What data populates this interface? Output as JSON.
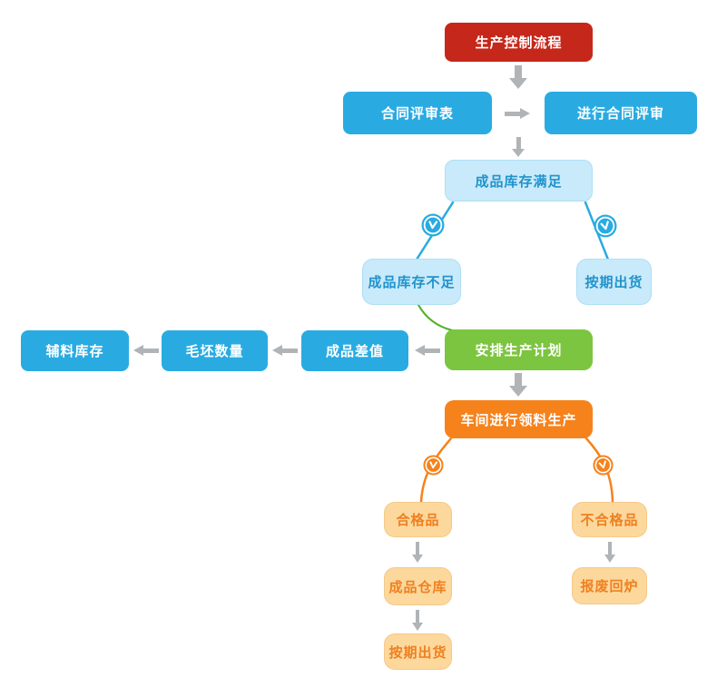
{
  "diagram": {
    "nodes": {
      "title": "生产控制流程",
      "contract_form": "合同评审表",
      "contract_review": "进行合同评审",
      "stock_sufficient": "成品库存满足",
      "stock_insufficient": "成品库存不足",
      "ship_on_time_top": "按期出货",
      "schedule_production": "安排生产计划",
      "product_difference": "成品差值",
      "blank_quantity": "毛坯数量",
      "auxiliary_stock": "辅料库存",
      "workshop_production": "车间进行领料生产",
      "qualified": "合格品",
      "unqualified": "不合格品",
      "finished_warehouse": "成品仓库",
      "ship_on_time_bottom": "按期出货",
      "scrap_remelt": "报废回炉"
    },
    "icons": {
      "branch_marker": "clock-icon"
    },
    "colors": {
      "red": "#c5271b",
      "blue": "#29abe2",
      "green": "#7cc540",
      "orange": "#f6821c",
      "lightblue_bg": "#c8eafa",
      "lightblue_text": "#2193cc",
      "lightblue_border": "#aedff5",
      "lightorange_bg": "#fcd89d",
      "lightorange_text": "#ef8020",
      "lightorange_border": "#f5c98a",
      "arrow_gray": "#b0b4b7",
      "green_line": "#56b22d"
    }
  }
}
